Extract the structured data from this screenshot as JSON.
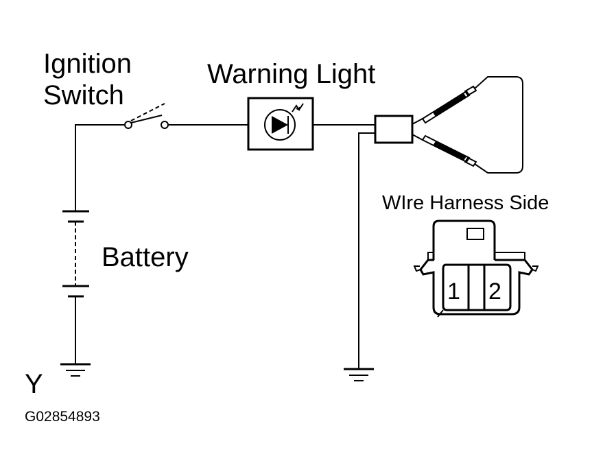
{
  "labels": {
    "ignition_switch_line1": "Ignition",
    "ignition_switch_line2": "Switch",
    "warning_light": "Warning Light",
    "battery": "Battery",
    "wire_harness_side": "WIre Harness Side",
    "pin_1": "1",
    "pin_2": "2",
    "corner_letter": "Y",
    "figure_code": "G02854893"
  },
  "colors": {
    "line": "#000000",
    "background": "#ffffff"
  },
  "icons": [
    "switch-icon",
    "lamp-icon",
    "battery-icon",
    "ground-icon",
    "sensor-probe-icon",
    "connector-icon"
  ]
}
